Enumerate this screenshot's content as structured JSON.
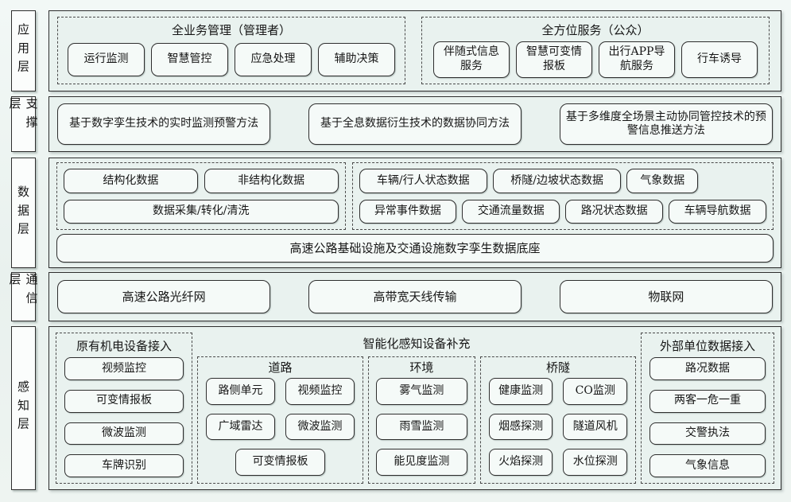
{
  "colors": {
    "page_bg": "#eef4f1",
    "container_bg": "#e9f2ef",
    "box_bg": "#f5faf8",
    "border": "#2e2e2e",
    "dashed_border": "#4a4a4a"
  },
  "layers": {
    "app": {
      "label": "应用层",
      "groups": [
        {
          "title": "全业务管理（管理者）",
          "items": [
            "运行监测",
            "智慧管控",
            "应急处理",
            "辅助决策"
          ]
        },
        {
          "title": "全方位服务（公众）",
          "items": [
            "伴随式信息服务",
            "智慧可变情报板",
            "出行APP导航服务",
            "行车诱导"
          ]
        }
      ]
    },
    "support": {
      "label": "支撑层",
      "items": [
        "基于数字孪生技术的实时监测预警方法",
        "基于全息数据衍生技术的数据协同方法",
        "基于多维度全场景主动协同管控技术的预警信息推送方法"
      ]
    },
    "data": {
      "label": "数据层",
      "left": {
        "row1": [
          "结构化数据",
          "非结构化数据"
        ],
        "row2": "数据采集/转化/清洗"
      },
      "right": {
        "row1": [
          "车辆/行人状态数据",
          "桥隧/边坡状态数据",
          "气象数据"
        ],
        "row2": [
          "异常事件数据",
          "交通流量数据",
          "路况状态数据",
          "车辆导航数据"
        ]
      },
      "base": "高速公路基础设施及交通设施数字孪生数据底座"
    },
    "comm": {
      "label": "通信层",
      "items": [
        "高速公路光纤网",
        "高带宽天线传输",
        "物联网"
      ]
    },
    "sense": {
      "label": "感知层",
      "legacy": {
        "title": "原有机电设备接入",
        "items": [
          "视频监控",
          "可变情报板",
          "微波监测",
          "车牌识别"
        ]
      },
      "smart_title": "智能化感知设备补充",
      "road": {
        "title": "道路",
        "items": [
          "路侧单元",
          "视频监控",
          "广域雷达",
          "微波监测",
          "可变情报板"
        ]
      },
      "env": {
        "title": "环境",
        "items": [
          "雾气监测",
          "雨雪监测",
          "能见度监测"
        ]
      },
      "bridge": {
        "title": "桥隧",
        "items": [
          "健康监测",
          "CO监测",
          "烟感探测",
          "隧道风机",
          "火焰探测",
          "水位探测"
        ]
      },
      "external": {
        "title": "外部单位数据接入",
        "items": [
          "路况数据",
          "两客一危一重",
          "交警执法",
          "气象信息"
        ]
      }
    }
  }
}
